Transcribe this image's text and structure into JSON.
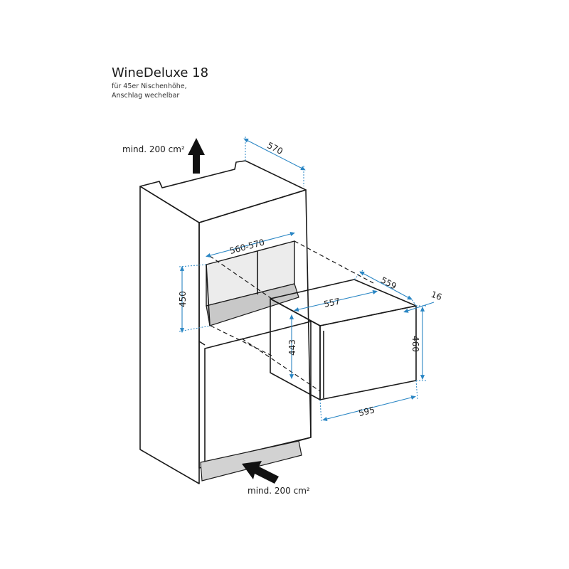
{
  "title": "WineDeluxe 18",
  "subtitle_line1": "für 45er Nischenhöhe,",
  "subtitle_line2": "Anschlag wechelbar",
  "airflow": {
    "top_label": "mind. 200 cm²",
    "bottom_label": "mind. 200 cm²"
  },
  "dimensions": {
    "cabinet_depth": "570",
    "niche_width": "560-570",
    "niche_height": "450",
    "unit_width": "557",
    "unit_depth": "559",
    "front_thickness": "16",
    "unit_height": "443",
    "front_height": "460",
    "front_width": "595"
  },
  "colors": {
    "dimension_line": "#2a86c4",
    "outline": "#1a1a1a",
    "niche_floor": "#c8c8c8",
    "niche_wall": "#ececec",
    "plinth": "#d2d2d2"
  }
}
